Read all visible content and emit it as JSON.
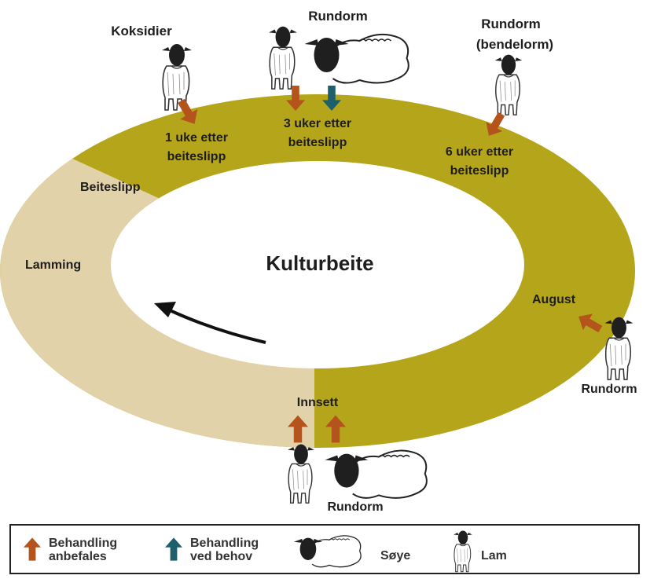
{
  "diagram": {
    "center_title": "Kulturbeite",
    "colors": {
      "grazing_season": "#b5a51a",
      "indoor_season": "#e2d2a9",
      "arrow_recommended": "#b4531c",
      "arrow_as_needed": "#1e5f6e"
    },
    "labels": {
      "koksidier": "Koksidier",
      "rundorm_top": "Rundorm",
      "rundorm_bendelorm_1": "Rundorm",
      "rundorm_bendelorm_2": "(bendelorm)",
      "week1_line1": "1 uke etter",
      "week1_line2": "beiteslipp",
      "week3_line1": "3 uker etter",
      "week3_line2": "beiteslipp",
      "week6_line1": "6 uker etter",
      "week6_line2": "beiteslipp",
      "beiteslipp": "Beiteslipp",
      "lamming": "Lamming",
      "august": "August",
      "rundorm_right": "Rundorm",
      "innsett": "Innsett",
      "rundorm_bottom": "Rundorm"
    }
  },
  "legend": {
    "recommended_line1": "Behandling",
    "recommended_line2": "anbefales",
    "as_needed_line1": "Behandling",
    "as_needed_line2": "ved behov",
    "ewe": "Søye",
    "lamb": "Lam"
  }
}
